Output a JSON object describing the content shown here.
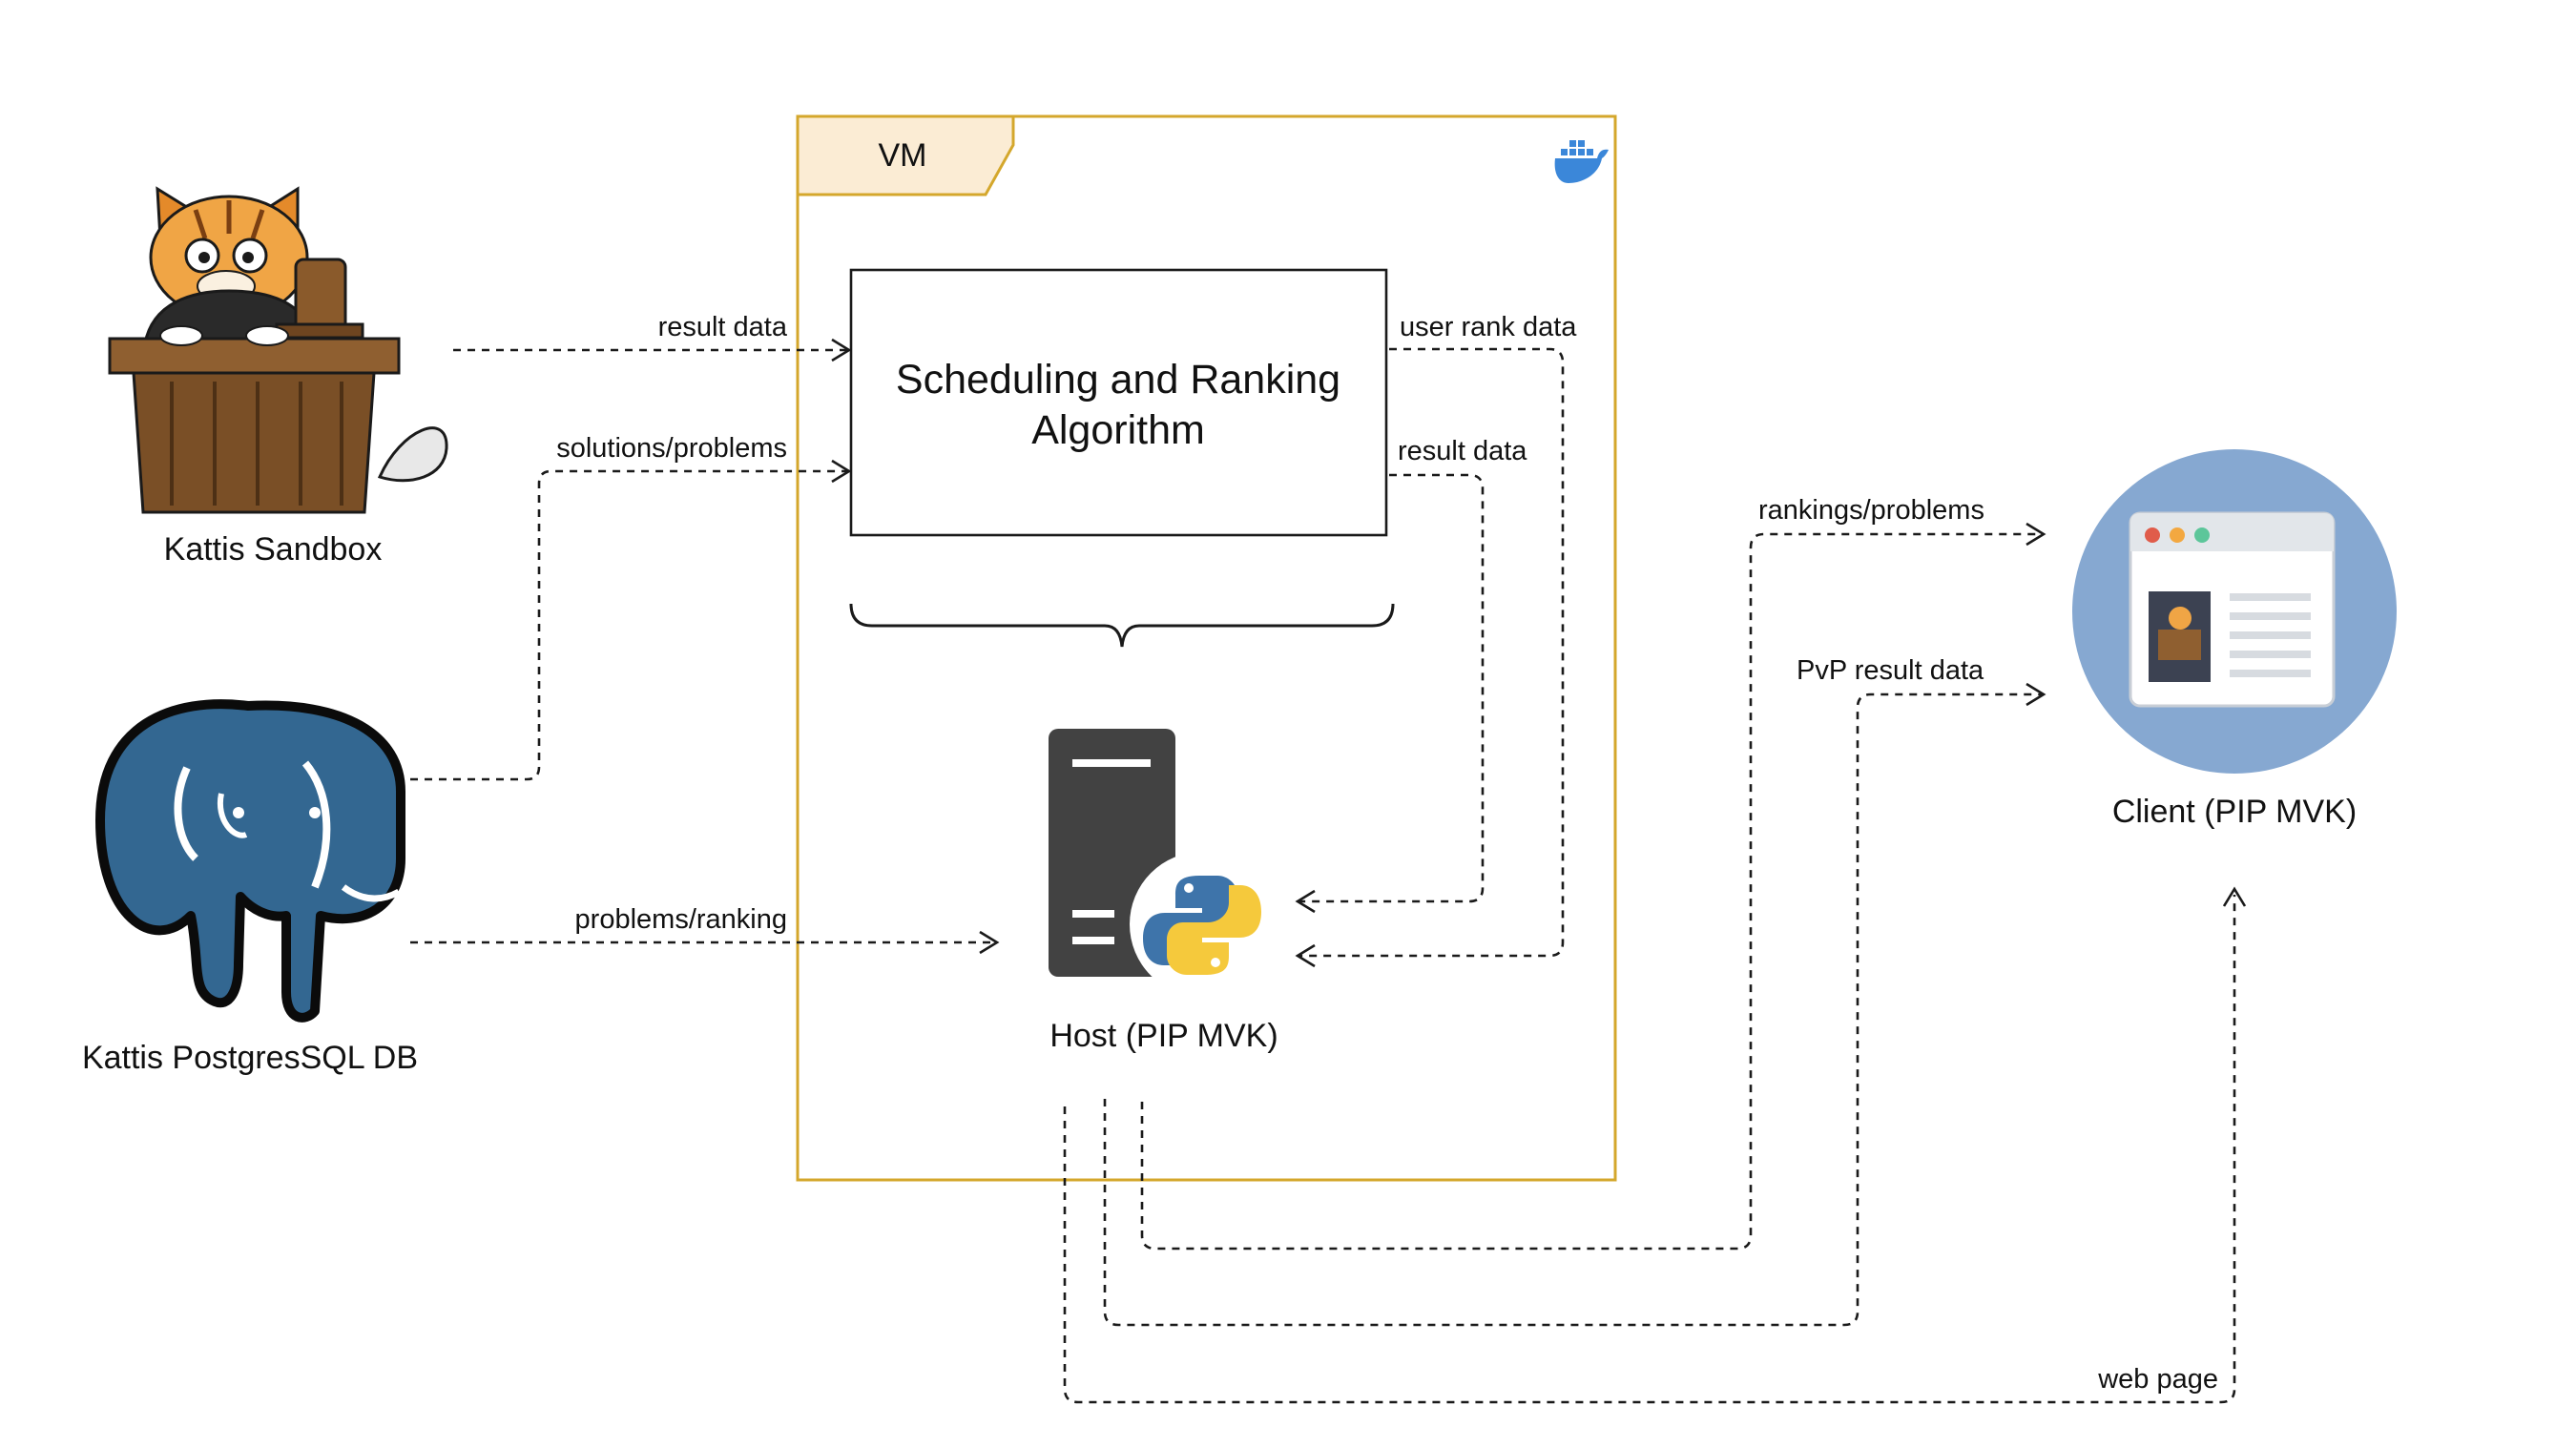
{
  "vm": {
    "label": "VM",
    "border_color": "#d4a72c",
    "tab_fill": "#fbecd4",
    "engine_icon": "docker-whale-icon"
  },
  "algorithm": {
    "line1": "Scheduling and Ranking",
    "line2": "Algorithm"
  },
  "host": {
    "label": "Host (PIP MVK)",
    "icon": "server-tower-icon",
    "badge": "python-logo-icon"
  },
  "sandbox": {
    "label": "Kattis Sandbox",
    "icon": "judge-cat-icon"
  },
  "database": {
    "label": "Kattis PostgresSQL DB",
    "icon": "postgresql-elephant-icon"
  },
  "client": {
    "label": "Client (PIP MVK)",
    "icon": "browser-window-icon"
  },
  "edges": {
    "sandbox_to_algorithm": "result data",
    "db_to_algorithm": "solutions/problems",
    "db_to_host": "problems/ranking",
    "algorithm_to_host_rank": "user rank data",
    "algorithm_to_host_result": "result data",
    "host_to_client_rankings": "rankings/problems",
    "host_to_client_pvp": "PvP result data",
    "host_to_client_web": "web page"
  }
}
